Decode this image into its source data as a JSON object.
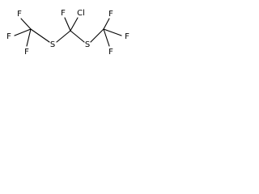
{
  "molecule": {
    "atoms": {
      "f_left_top": "F",
      "f_left_mid": "F",
      "f_left_bottom": "F",
      "s_left": "S",
      "f_center": "F",
      "cl_center": "Cl",
      "s_right": "S",
      "f_right_top": "F",
      "f_right_mid": "F",
      "f_right_bottom": "F"
    }
  }
}
